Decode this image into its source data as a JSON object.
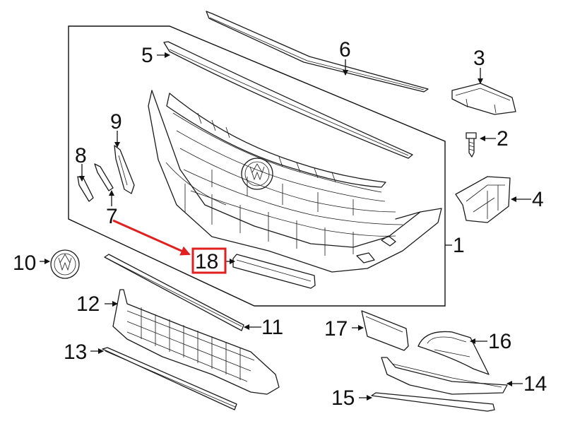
{
  "diagram": {
    "highlight": {
      "label": "18",
      "color": "#e21f1f"
    },
    "callouts": {
      "c1": "1",
      "c2": "2",
      "c3": "3",
      "c4": "4",
      "c5": "5",
      "c6": "6",
      "c7": "7",
      "c8": "8",
      "c9": "9",
      "c10": "10",
      "c11": "11",
      "c12": "12",
      "c13": "13",
      "c14": "14",
      "c15": "15",
      "c16": "16",
      "c17": "17",
      "c18": "18"
    }
  }
}
